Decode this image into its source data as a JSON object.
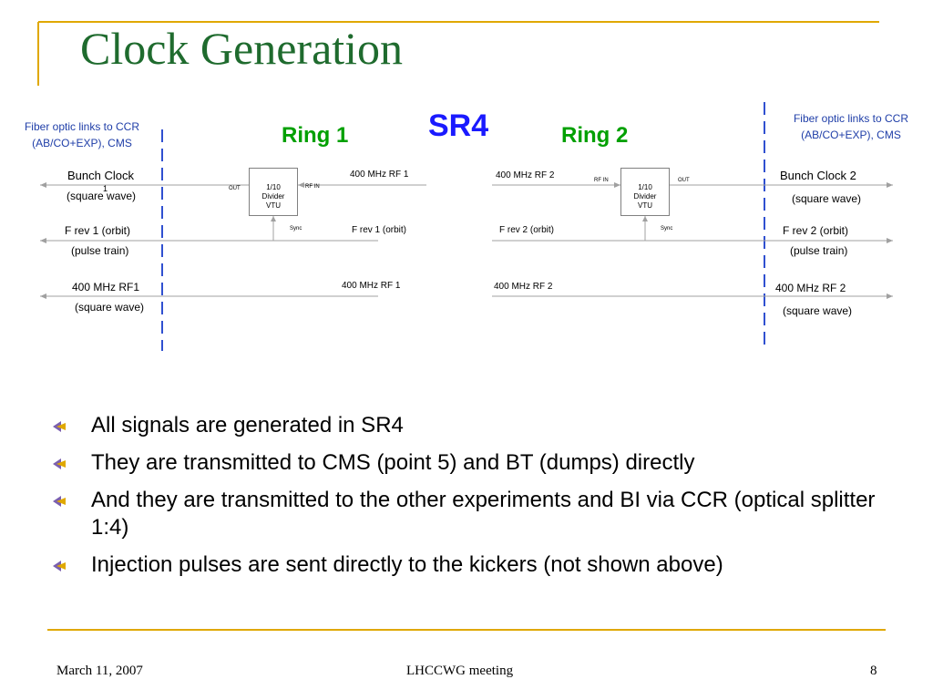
{
  "slide": {
    "title": "Clock Generation",
    "footer": {
      "date": "March 11, 2007",
      "meeting": "LHCCWG  meeting",
      "page": "8"
    }
  },
  "diagram": {
    "sr4": "SR4",
    "ring1": "Ring 1",
    "ring2": "Ring 2",
    "fiber_left": [
      "Fiber optic links to CCR",
      "(AB/CO+EXP), CMS"
    ],
    "fiber_right": [
      "Fiber optic links to CCR",
      "(AB/CO+EXP), CMS"
    ],
    "left": {
      "bunch_clock": "Bunch Clock",
      "bunch_clock_index": "1",
      "square_wave_1": "(square wave)",
      "frev": "F rev 1 (orbit)",
      "pulse_train": "(pulse train)",
      "rf": "400 MHz RF1",
      "square_wave_2": "(square wave)",
      "rf_in_label": "400 MHz RF 1",
      "frev_in_label": "F rev 1 (orbit)",
      "rf_bottom_label": "400 MHz RF 1",
      "out": "OUT",
      "rf_in": "RF IN",
      "sync": "Sync",
      "divider": [
        "1/10",
        "Divider",
        "VTU"
      ]
    },
    "right": {
      "bunch_clock": "Bunch Clock 2",
      "square_wave_1": "(square wave)",
      "frev": "F rev 2 (orbit)",
      "pulse_train": "(pulse train)",
      "rf": "400 MHz RF 2",
      "square_wave_2": "(square wave)",
      "rf_in_label": "400 MHz RF 2",
      "frev_in_label": "F rev 2 (orbit)",
      "rf_bottom_label": "400 MHz  RF 2",
      "out": "OUT",
      "rf_in": "RF IN",
      "sync": "Sync",
      "divider": [
        "1/10",
        "Divider",
        "VTU"
      ]
    }
  },
  "bullets": [
    "All signals are generated in SR4",
    "They are transmitted to CMS (point 5) and BT (dumps) directly",
    "And they are transmitted to the other experiments and BI via CCR (optical splitter 1:4)",
    "Injection pulses are sent directly to the kickers (not shown above)"
  ],
  "colors": {
    "title": "#1f6b2e",
    "accent_rule": "#e0a800",
    "fiber_line": "#3050d0",
    "ring_label": "#00a000",
    "sr4": "#1a1aff"
  }
}
